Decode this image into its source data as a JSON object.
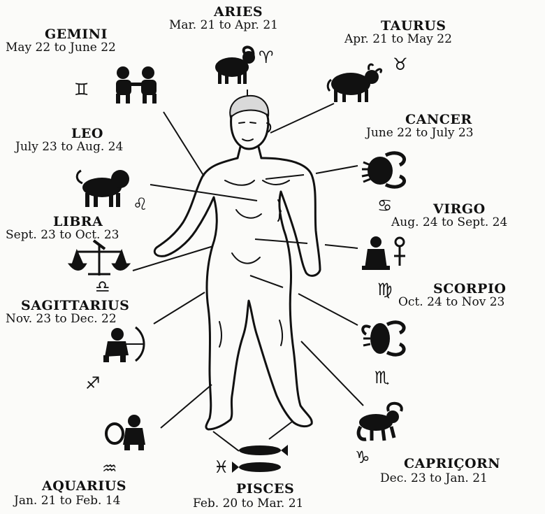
{
  "signs": [
    {
      "id": "aries",
      "name": "ARIES",
      "dates": "Mar. 21 to Apr. 21",
      "glyph": "♈",
      "figure": "ram-icon"
    },
    {
      "id": "taurus",
      "name": "TAURUS",
      "dates": "Apr. 21 to May 22",
      "glyph": "♉",
      "figure": "bull-icon"
    },
    {
      "id": "gemini",
      "name": "GEMINI",
      "dates": "May 22 to June 22",
      "glyph": "♊",
      "figure": "twins-icon"
    },
    {
      "id": "cancer",
      "name": "CANCER",
      "dates": "June 22 to July 23",
      "glyph": "♋",
      "figure": "crab-icon"
    },
    {
      "id": "leo",
      "name": "LEO",
      "dates": "July 23 to Aug. 24",
      "glyph": "♌",
      "figure": "lion-icon"
    },
    {
      "id": "virgo",
      "name": "VIRGO",
      "dates": "Aug. 24 to Sept. 24",
      "glyph": "♍",
      "figure": "maiden-icon"
    },
    {
      "id": "libra",
      "name": "LIBRA",
      "dates": "Sept. 23 to Oct. 23",
      "glyph": "♎",
      "figure": "scales-icon"
    },
    {
      "id": "scorpio",
      "name": "SCORPIO",
      "dates": "Oct. 24 to Nov 23",
      "glyph": "♏",
      "figure": "scorpion-icon"
    },
    {
      "id": "sagittarius",
      "name": "SAGITTARIUS",
      "dates": "Nov. 23 to Dec. 22",
      "glyph": "♐",
      "figure": "archer-icon"
    },
    {
      "id": "capricorn",
      "name": "CAPRIÇORN",
      "dates": "Dec. 23 to Jan. 21",
      "glyph": "♑",
      "figure": "goat-icon"
    },
    {
      "id": "aquarius",
      "name": "AQUARIUS",
      "dates": "Jan. 21 to Feb. 14",
      "glyph": "♒",
      "figure": "water-bearer-icon"
    },
    {
      "id": "pisces",
      "name": "PISCES",
      "dates": "Feb. 20 to Mar. 21",
      "glyph": "♓",
      "figure": "fish-icon"
    }
  ]
}
